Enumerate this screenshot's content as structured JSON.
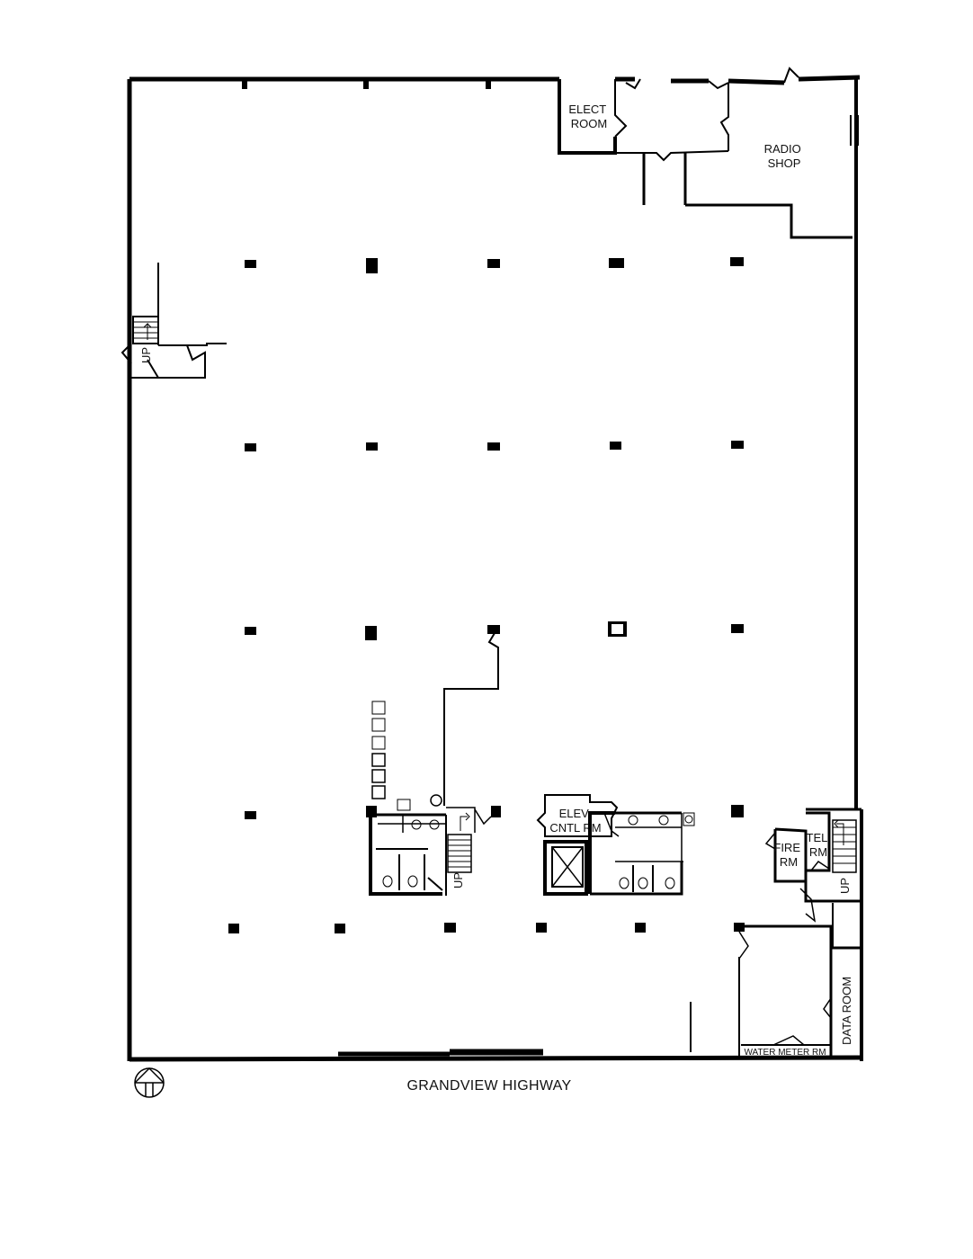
{
  "rooms": {
    "elect_room": [
      "ELECT",
      "ROOM"
    ],
    "radio_shop": [
      "RADIO",
      "SHOP"
    ],
    "elev_cntl_rm": [
      "ELEV",
      "CNTL RM"
    ],
    "fire_rm": [
      "FIRE",
      "RM"
    ],
    "tel_rm": [
      "TEL",
      "RM"
    ],
    "data_room": "DATA ROOM",
    "water_meter_rm": "WATER METER RM"
  },
  "stair_labels": {
    "west_stair": "UP",
    "center_stair": "UP",
    "east_stair": "UP"
  },
  "street": "GRANDVIEW HIGHWAY",
  "north_arrow": "north-arrow-icon"
}
